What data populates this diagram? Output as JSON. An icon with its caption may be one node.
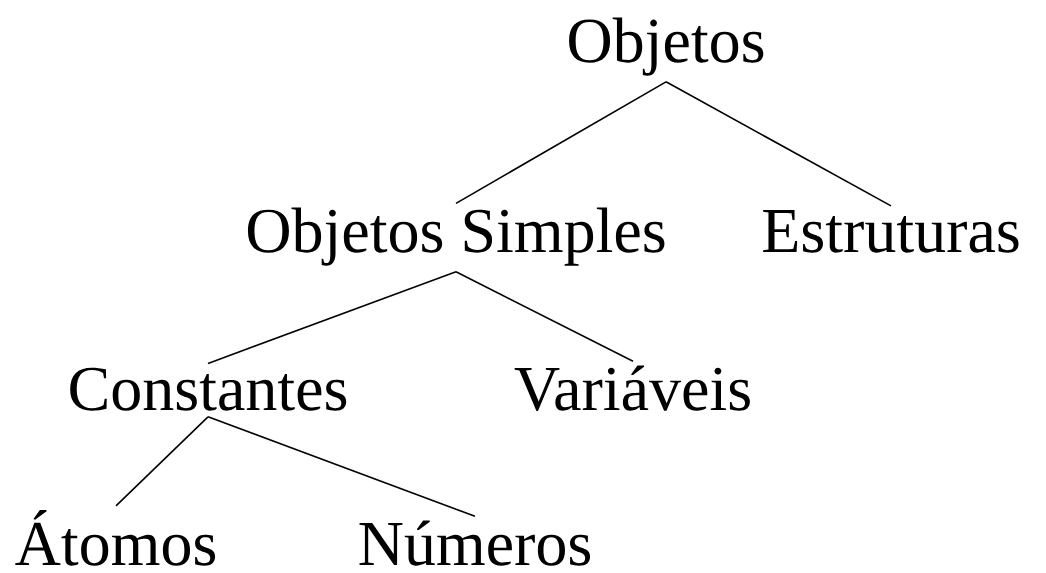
{
  "diagram": {
    "nodes": [
      {
        "text": [
          "Objetos"
        ]
      },
      {
        "text": [
          "Objetos Simples"
        ]
      },
      {
        "text": [
          "Estruturas"
        ]
      },
      {
        "text": [
          "Constantes"
        ]
      },
      {
        "text": [
          "Variáveis"
        ]
      },
      {
        "text": [
          "Átomos"
        ]
      },
      {
        "text": [
          "Números"
        ]
      }
    ],
    "edges": [
      {
        "from": 0,
        "to": 1,
        "arrow": "none"
      },
      {
        "from": 0,
        "to": 2,
        "arrow": "none"
      },
      {
        "from": 1,
        "to": 3,
        "arrow": "none"
      },
      {
        "from": 1,
        "to": 4,
        "arrow": "none"
      },
      {
        "from": 3,
        "to": 5,
        "arrow": "none"
      },
      {
        "from": 3,
        "to": 6,
        "arrow": "none"
      }
    ]
  }
}
